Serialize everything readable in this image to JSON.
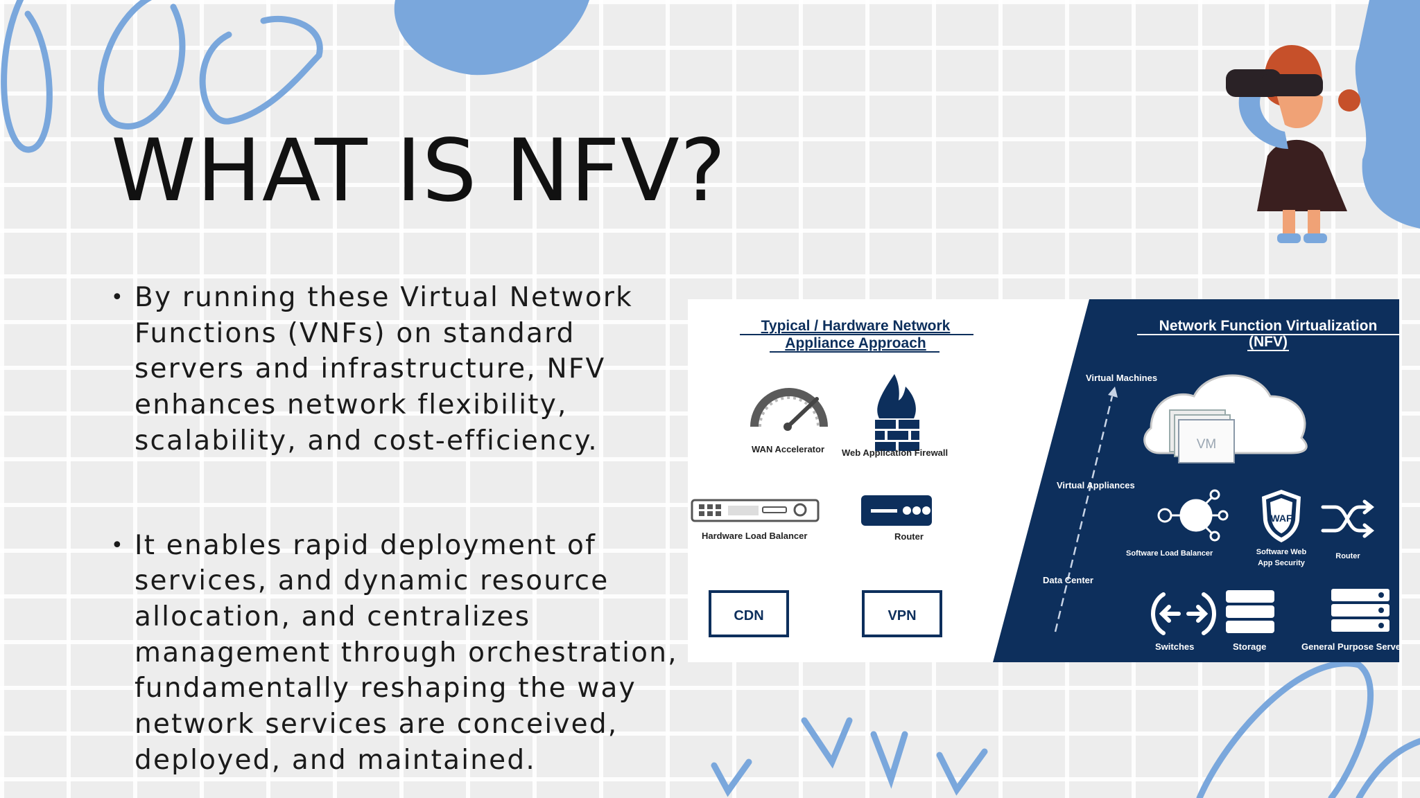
{
  "slide": {
    "title": "WHAT IS NFV?",
    "bullets": [
      "By running these Virtual Network Functions (VNFs) on standard servers and infrastructure, NFV enhances network flexibility, scalability, and cost-efficiency.",
      "It enables rapid deployment of services, and dynamic resource allocation, and centralizes management through orchestration, fundamentally reshaping the way network services are conceived, deployed, and maintained."
    ]
  },
  "diagram": {
    "left_heading_line1": "Typical / Hardware Network",
    "left_heading_line2": "Appliance Approach",
    "right_heading_line1": "Network Function Virtualization",
    "right_heading_line2": "(NFV)",
    "left_items": {
      "wan": "WAN Accelerator",
      "waf": "Web Application Firewall",
      "hlb": "Hardware Load Balancer",
      "router": "Router",
      "cdn": "CDN",
      "vpn": "VPN"
    },
    "layers": {
      "vm": "Virtual Machines",
      "va": "Virtual Appliances",
      "dc": "Data Center"
    },
    "vm_label": "VM",
    "right_items": {
      "slb": "Software Load Balancer",
      "swas_line1": "Software Web",
      "swas_line2": "App Security",
      "waf_badge": "WAF",
      "router": "Router",
      "switches": "Switches",
      "storage": "Storage",
      "gps": "General Purpose Servers"
    }
  },
  "colors": {
    "navy": "#0d2f5c",
    "doodle_blue": "#7aa7dc",
    "title": "#111111"
  }
}
